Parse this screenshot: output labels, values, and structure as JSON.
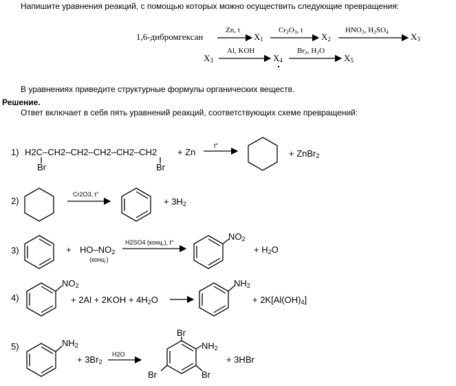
{
  "task": "Напишите уравнения реакций, с помощью которых можно осуществить следующие превращения:",
  "scheme1": {
    "start": "1,6-дибромгексан",
    "a1": "Zn, t",
    "x1": "X",
    "x1s": "1",
    "a2": "Cr",
    "a2s1": "2",
    "a2m": "O",
    "a2s2": "3",
    "a2e": ", t",
    "x2": "X",
    "x2s": "2",
    "a3": "HNO",
    "a3s1": "3",
    "a3m": ", H",
    "a3s2": "2",
    "a3e": "SO",
    "a3s3": "4",
    "x3": "X",
    "x3s": "3"
  },
  "scheme2": {
    "x3": "X",
    "x3s": "3",
    "a4": "Al, KOH",
    "x4": "X",
    "x4s": "4",
    "a5": "Br",
    "a5s": "2",
    "a5e": ", H",
    "a5s2": "2",
    "a5t": "O",
    "x5": "X",
    "x5s": "5"
  },
  "note": "В уравнениях приведите структурные формулы органических веществ.",
  "solution_label": "Решение.",
  "answer_intro": "Ответ включает в себя пять уравнений реакций, соответствующих схеме превращений:",
  "r1": {
    "num": "1)",
    "chain": "H2C–CH2–CH2–CH2–CH2–CH2",
    "br1": "Br",
    "br2": "Br",
    "zn": "+ Zn",
    "cond": "t°",
    "prod": "+ ZnBr",
    "prod_sub": "2"
  },
  "r2": {
    "num": "2)",
    "cond": "Cr2O3, t°",
    "prod": "+ 3H",
    "prod_sub": "2"
  },
  "r3": {
    "num": "3)",
    "plus": "+",
    "reagent": "HO–NO",
    "reagent_sub": "2",
    "conc": "(конц.)",
    "cond": "H2SO4 (конц.), t°",
    "no2": "NO",
    "no2_sub": "2",
    "prod": "+ H",
    "prod_sub": "2",
    "prod_end": "O"
  },
  "r4": {
    "num": "4)",
    "no2": "NO",
    "no2_sub": "2",
    "reagents": "+ 2Al + 2KOH + 4H",
    "reagents_sub": "2",
    "reagents_end": "O",
    "nh2": "NH",
    "nh2_sub": "2",
    "prod": "+ 2K[Al(OH)",
    "prod_sub": "4",
    "prod_end": "]"
  },
  "r5": {
    "num": "5)",
    "nh2": "NH",
    "nh2_sub": "2",
    "reagent": "+ 3Br",
    "reagent_sub": "2",
    "cond": "H2O",
    "br_top": "Br",
    "nh2p": "NH",
    "nh2p_sub": "2",
    "br_left": "Br",
    "br_right": "Br",
    "prod": "+ 3HBr"
  }
}
